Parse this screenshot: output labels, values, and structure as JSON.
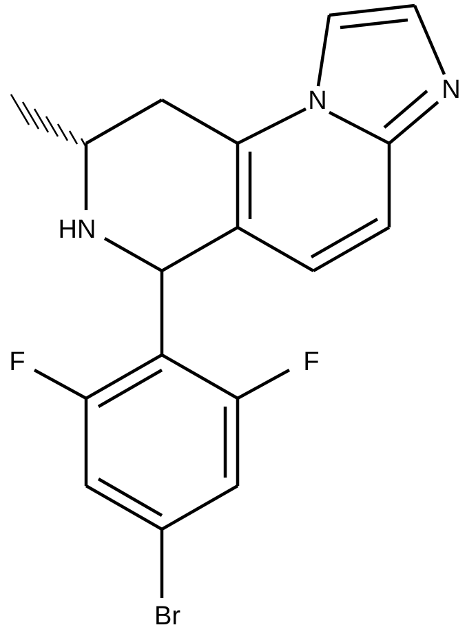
{
  "molecule": {
    "atoms": {
      "N1": "N",
      "N2": "N",
      "NH": "HN",
      "F_left": "F",
      "F_right": "F",
      "Br": "Br"
    },
    "stereo": {
      "methyl_bond": "hashed wedge"
    },
    "colors": {
      "bond": "#000000",
      "label": "#000000",
      "background": "#ffffff"
    }
  }
}
